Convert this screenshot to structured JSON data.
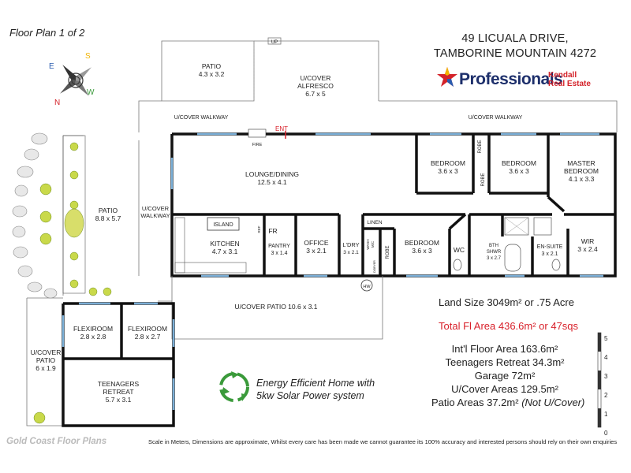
{
  "header": {
    "title": "Floor Plan 1 of 2",
    "address_line1": "49 LICUALA DRIVE,",
    "address_line2": "TAMBORINE MOUNTAIN 4272",
    "brand": "Professionals",
    "brand_sub1": "Kendall",
    "brand_sub2": "Real Estate",
    "brand_colors": {
      "navy": "#1d2f6b",
      "red": "#d4232a",
      "gold": "#f2b400",
      "blue": "#2a5db0"
    }
  },
  "compass": {
    "n": "N",
    "e": "E",
    "s": "S",
    "w": "W"
  },
  "rooms": {
    "patio_top": {
      "name": "PATIO",
      "dim": "4.3 x 3.2"
    },
    "alfresco": {
      "name": "U/COVER",
      "name2": "ALFRESCO",
      "dim": "6.7 x 5"
    },
    "up": "UP",
    "walkway_left": "U/COVER WALKWAY",
    "walkway_right": "U/COVER WALKWAY",
    "ent": "ENT",
    "fire": "FIRE",
    "lounge": {
      "name": "LOUNGE/DINING",
      "dim": "12.5 x 4.1"
    },
    "bed1": {
      "name": "BEDROOM",
      "dim": "3.6 x 3"
    },
    "robe1": "ROBE",
    "robe2": "ROBE",
    "bed2": {
      "name": "BEDROOM",
      "dim": "3.6 x 3"
    },
    "master": {
      "name": "MASTER",
      "name2": "BEDROOM",
      "dim": "4.1 x 3.3"
    },
    "patio_left": {
      "name": "PATIO",
      "dim": "8.8 x 5.7"
    },
    "walkway_side": {
      "name": "U/COVER",
      "name2": "WALKWAY"
    },
    "island": "ISLAND",
    "kitchen": {
      "name": "KITCHEN",
      "dim": "4.7 x 3.1"
    },
    "fr": "FR",
    "ref": "REF",
    "pantry": {
      "name": "PANTRY",
      "dim": "3 x 1.4"
    },
    "office": {
      "name": "OFFICE",
      "dim": "3 x 2.1"
    },
    "linen": "LINEN",
    "ldry": {
      "name": "L'DRY",
      "dim": "3 x 2.1"
    },
    "wash": "WASH",
    "wash2": "M/C",
    "dryer": "D/DRYER",
    "robe3": "ROBE",
    "bed3": {
      "name": "BEDROOM",
      "dim": "3.6 x 3"
    },
    "wc": "WC",
    "bth": {
      "name": "BTH",
      "name2": "SHWR",
      "dim": "3 x 2.7"
    },
    "ensuite": {
      "name": "EN-SUITE",
      "dim": "3 x 2.1"
    },
    "wir": {
      "name": "WIR",
      "dim": "3 x 2.4"
    },
    "hw": "HW",
    "uc_patio": {
      "name": "U/COVER PATIO 10.6 x 3.1"
    },
    "uc_patio_small": {
      "name": "U/COVER",
      "name2": "PATIO",
      "dim": "6 x 1.9"
    },
    "flex1": {
      "name": "FLEXIROOM",
      "dim": "2.8 x 2.8"
    },
    "flex2": {
      "name": "FLEXIROOM",
      "dim": "2.8 x 2.7"
    },
    "teen": {
      "name": "TEENAGERS",
      "name2": "RETREAT",
      "dim": "5.7 x 3.1"
    }
  },
  "stats": {
    "land": "Land Size 3049m² or .75 Acre",
    "total": "Total Fl Area 436.6m² or 47sqs",
    "intl": "Int'l Floor Area 163.6m²",
    "teen": "Teenagers Retreat 34.3m²",
    "garage": "Garage 72m²",
    "ucover": "U/Cover Areas 129.5m²",
    "patio": "Patio Areas 37.2m²",
    "patio_note": "(Not U/Cover)"
  },
  "eco": {
    "line1": "Energy Efficient Home with",
    "line2": "5kw Solar Power system"
  },
  "scale": {
    "labels": [
      "5",
      "4",
      "3",
      "2",
      "1",
      "0"
    ]
  },
  "footer": {
    "brand": "Gold Coast Floor Plans",
    "note": "Scale in Meters, Dimensions are approximate, Whilst every care has been made we cannot guarantee its 100% accuracy and interested persons should rely on their own enquiries"
  }
}
